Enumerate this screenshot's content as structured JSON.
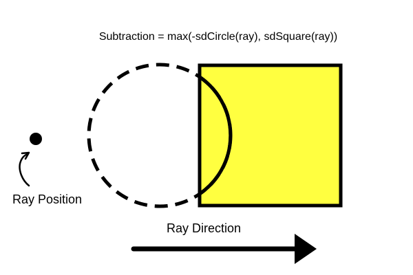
{
  "title": "Subtraction = max(-sdCircle(ray), sdSquare(ray))",
  "ray_position_label": "Ray Position",
  "ray_direction_label": "Ray Direction",
  "colors": {
    "square_fill": "#ffff40",
    "stroke": "#000000",
    "background": "#ffffff"
  },
  "icons": {
    "ray_point": "filled-dot",
    "position_pointer": "curved-arrow",
    "direction": "right-arrow"
  }
}
